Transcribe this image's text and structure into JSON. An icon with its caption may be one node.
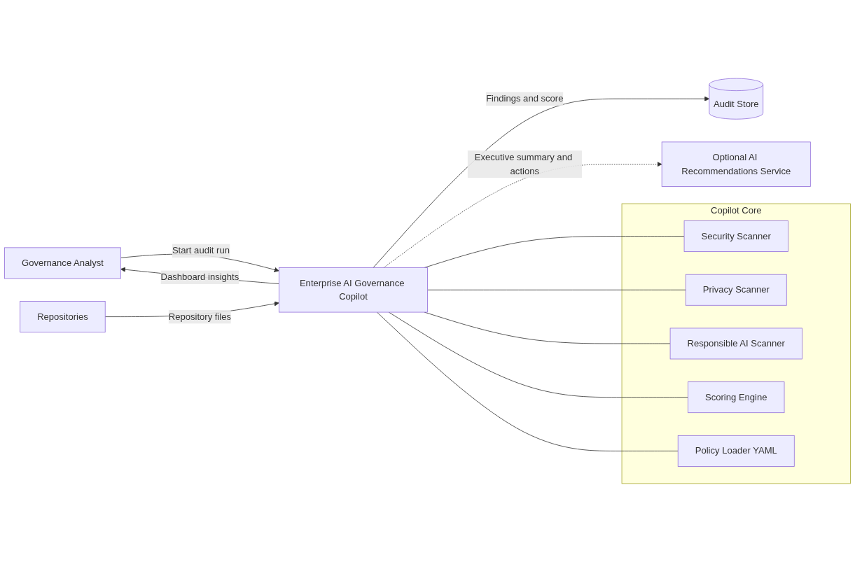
{
  "diagram": {
    "nodes": [
      {
        "text": [
          "Governance Analyst"
        ]
      },
      {
        "text": [
          "Repositories"
        ]
      },
      {
        "text": [
          "Enterprise AI Governance Copilot"
        ]
      },
      {
        "text": [
          "Audit Store"
        ]
      },
      {
        "text": [
          "Optional AI Recommendations Service"
        ]
      },
      {
        "text": [
          "Copilot Core"
        ]
      },
      {
        "text": [
          "Security Scanner"
        ],
        "in": 5
      },
      {
        "text": [
          "Privacy Scanner"
        ],
        "in": 5
      },
      {
        "text": [
          "Responsible AI Scanner"
        ],
        "in": 5
      },
      {
        "text": [
          "Scoring Engine"
        ],
        "in": 5
      },
      {
        "text": [
          "Policy Loader YAML"
        ],
        "in": 5
      }
    ],
    "edges": [
      {
        "from": 0,
        "to": 2,
        "arrow": "to",
        "label": "Start audit run"
      },
      {
        "from": 2,
        "to": 0,
        "arrow": "to",
        "label": "Dashboard insights"
      },
      {
        "from": 1,
        "to": 2,
        "arrow": "to",
        "label": "Repository files"
      },
      {
        "from": 2,
        "to": 3,
        "arrow": "to",
        "label": "Findings and score"
      },
      {
        "from": 2,
        "to": 4,
        "arrow": "to",
        "label": "Executive summary and actions",
        "style": "dashed"
      },
      {
        "from": 2,
        "to": 6,
        "arrow": "none"
      },
      {
        "from": 2,
        "to": 7,
        "arrow": "none"
      },
      {
        "from": 2,
        "to": 8,
        "arrow": "none"
      },
      {
        "from": 2,
        "to": 9,
        "arrow": "none"
      },
      {
        "from": 2,
        "to": 10,
        "arrow": "none"
      }
    ]
  }
}
